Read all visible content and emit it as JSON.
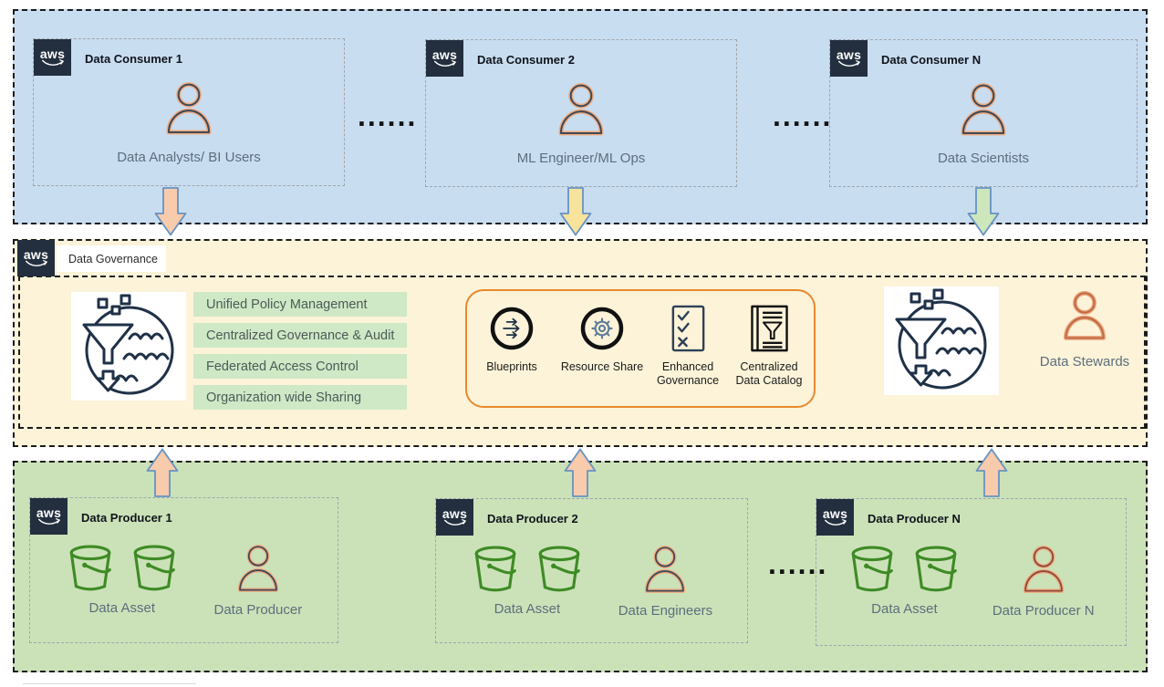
{
  "layers": {
    "consumers": {
      "boxes": [
        {
          "title": "Data Consumer 1",
          "persona": "Data Analysts/ BI Users"
        },
        {
          "title": "Data Consumer 2",
          "persona": "ML Engineer/ML Ops"
        },
        {
          "title": "Data Consumer N",
          "persona": "Data Scientists"
        }
      ],
      "separator_dots": "......"
    },
    "governance": {
      "label": "Data Governance",
      "capabilities": [
        "Unified Policy Management",
        "Centralized  Governance & Audit",
        "Federated Access Control",
        "Organization wide Sharing"
      ],
      "services": [
        {
          "label": "Blueprints",
          "icon": "blueprints-icon"
        },
        {
          "label": "Resource Share",
          "icon": "resource-share-icon"
        },
        {
          "label": "Enhanced Governance",
          "icon": "enhanced-governance-icon"
        },
        {
          "label": "Centralized Data Catalog",
          "icon": "centralized-data-catalog-icon"
        }
      ],
      "steward": {
        "label": "Data Stewards"
      }
    },
    "producers": {
      "boxes": [
        {
          "title": "Data Producer 1",
          "assets_label": "Data Asset",
          "persona": "Data Producer"
        },
        {
          "title": "Data Producer 2",
          "assets_label": "Data Asset",
          "persona": "Data Engineers"
        },
        {
          "title": "Data Producer N",
          "assets_label": "Data Asset",
          "persona": "Data Producer N"
        }
      ],
      "separator_dots": "......"
    }
  },
  "aws_logo": {
    "text": "aws"
  },
  "colors": {
    "consumers_bg": "#c8ddf0",
    "governance_bg": "#fcf3d8",
    "producers_bg": "#cbe2b8",
    "capability_pill_bg": "#cfe8c6",
    "aws_navy": "#232f3e",
    "services_panel_border": "#e8892e",
    "arrow_outline": "#6693c4",
    "arrow_peach": "#f8cbad",
    "arrow_yellow": "#f8e39c",
    "arrow_green": "#cde6bb",
    "bucket_green": "#3e8b25",
    "lake_formation_navy": "#1f3148"
  }
}
